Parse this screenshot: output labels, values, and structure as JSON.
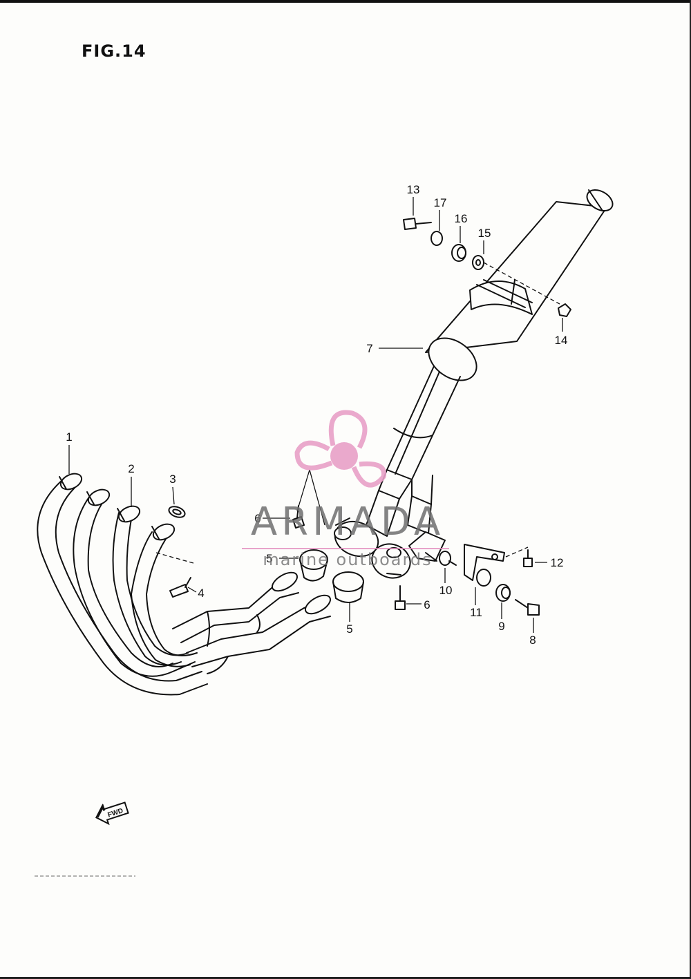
{
  "figure": {
    "title": "FIG.14"
  },
  "callouts": [
    {
      "id": "c1",
      "label": "1"
    },
    {
      "id": "c2",
      "label": "2"
    },
    {
      "id": "c3",
      "label": "3"
    },
    {
      "id": "c4",
      "label": "4"
    },
    {
      "id": "c5a",
      "label": "5"
    },
    {
      "id": "c5b",
      "label": "5"
    },
    {
      "id": "c6a",
      "label": "6"
    },
    {
      "id": "c6b",
      "label": "6"
    },
    {
      "id": "c7",
      "label": "7"
    },
    {
      "id": "c8",
      "label": "8"
    },
    {
      "id": "c9",
      "label": "9"
    },
    {
      "id": "c10",
      "label": "10"
    },
    {
      "id": "c11",
      "label": "11"
    },
    {
      "id": "c12",
      "label": "12"
    },
    {
      "id": "c13",
      "label": "13"
    },
    {
      "id": "c14",
      "label": "14"
    },
    {
      "id": "c15",
      "label": "15"
    },
    {
      "id": "c16",
      "label": "16"
    },
    {
      "id": "c17",
      "label": "17"
    }
  ],
  "fwd_marker": {
    "label": "FWD",
    "icon": "forward-arrow-icon"
  },
  "watermark": {
    "name": "ARMADA",
    "tagline": "marine outboards",
    "logo_icon": "propeller-icon",
    "logo_color": "#e8a0c8"
  },
  "colors": {
    "ink": "#111111",
    "paper": "#fdfdfb",
    "watermark_pink": "#e8a0c8"
  }
}
